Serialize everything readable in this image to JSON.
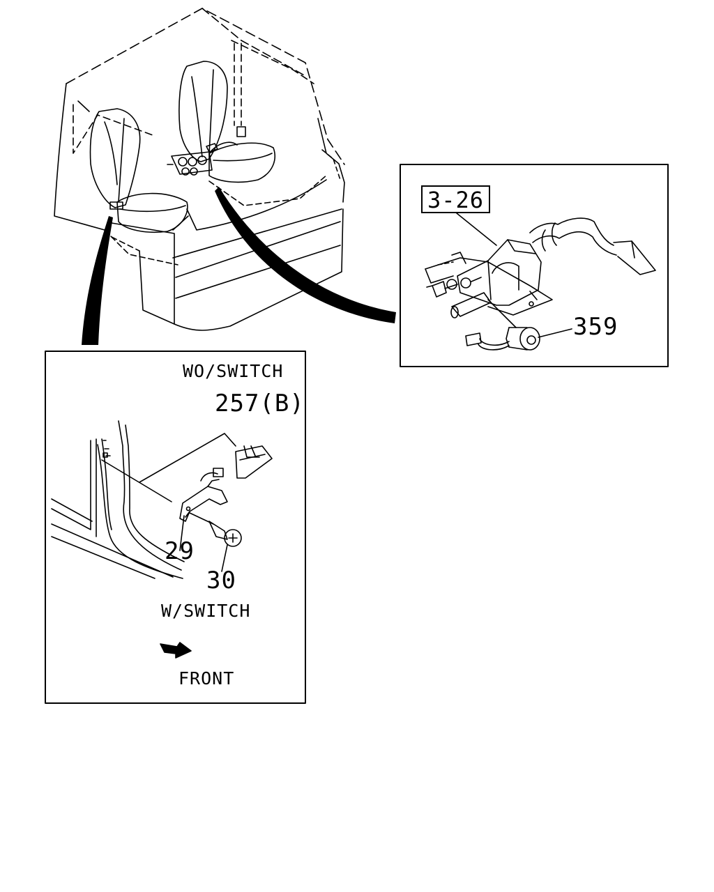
{
  "diagram": {
    "callouts": {
      "part_3_26": "3-26",
      "part_359": "359",
      "part_257b": "257(B)",
      "part_29": "29",
      "part_30": "30"
    },
    "labels": {
      "wo_switch": "WO/SWITCH",
      "w_switch": "W/SWITCH",
      "front": "FRONT"
    }
  }
}
